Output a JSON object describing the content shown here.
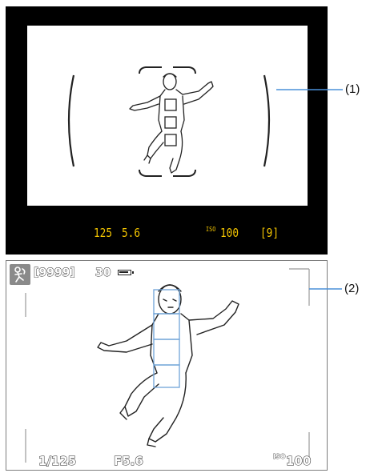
{
  "viewfinder": {
    "shutter": "125",
    "aperture": "5.6",
    "iso_label": "ISO",
    "iso_value": "100",
    "shots_remaining": "[9]"
  },
  "live_view": {
    "shots_remaining": "[9999]",
    "burst": "30",
    "shutter": "1/125",
    "aperture": "F5.6",
    "iso_label": "ISO",
    "iso_value": "100",
    "mode_icon": "scene-mode-icon"
  },
  "callouts": {
    "one": "(1)",
    "two": "(2)"
  },
  "colors": {
    "viewfinder_text": "#f2c400",
    "af_point_blue": "#6fa3d8"
  }
}
